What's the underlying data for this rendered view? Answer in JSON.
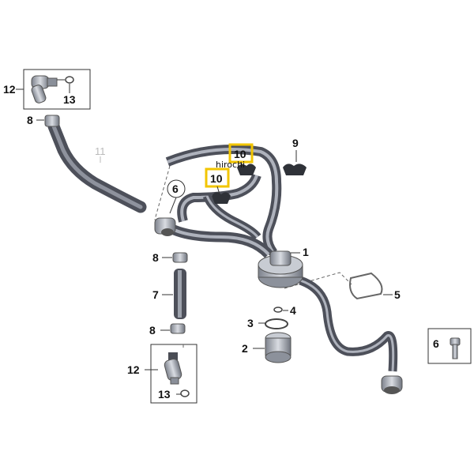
{
  "watermark": "hirochi",
  "colors": {
    "highlight": "#f2c500",
    "hose": "#5b5e68",
    "hose_light": "#b9bcc6",
    "metal": "#9ea3ad"
  },
  "callouts": {
    "c1": "1",
    "c2": "2",
    "c3": "3",
    "c4": "4",
    "c5": "5",
    "c6_box": "6",
    "c6_circle": "6",
    "c7": "7",
    "c8_top": "8",
    "c8_mid": "8",
    "c8_bottom": "8",
    "c9": "9",
    "c10_upper": "10",
    "c10_lower": "10",
    "c11": "11",
    "c12_top": "12",
    "c12_bottom": "12",
    "c13_top": "13",
    "c13_bottom": "13"
  }
}
